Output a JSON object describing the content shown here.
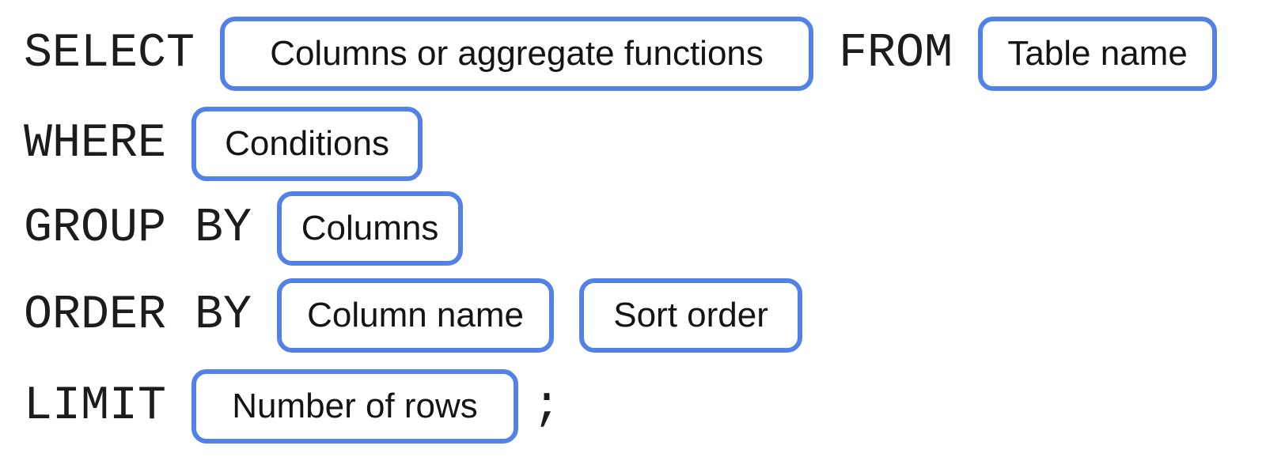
{
  "colors": {
    "box_border": "#5282E8",
    "keyword_text": "#1c1c1c",
    "box_label_text": "#141414",
    "background": "#FFFFFF"
  },
  "sql_template": {
    "line1": {
      "keyword1": "SELECT",
      "box1": "Columns or aggregate functions",
      "keyword2": "FROM",
      "box2": "Table name"
    },
    "line2": {
      "keyword": "WHERE",
      "box": "Conditions"
    },
    "line3": {
      "keyword": "GROUP BY",
      "box": "Columns"
    },
    "line4": {
      "keyword": "ORDER BY",
      "box1": "Column name",
      "box2": "Sort order"
    },
    "line5": {
      "keyword": "LIMIT",
      "box": "Number of rows",
      "terminator": ";"
    }
  }
}
